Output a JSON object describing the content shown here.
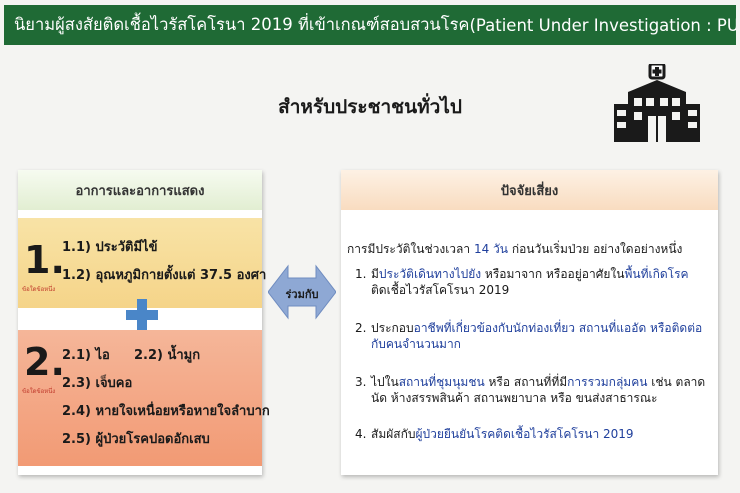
{
  "header": {
    "title_thai": "นิยามผู้สงสัยติดเชื้อไวรัสโคโรนา 2019 ที่เข้าเกณฑ์สอบสวนโรค",
    "title_en": "(Patient Under Investigation : PUI)"
  },
  "subtitle": "สำหรับประชาชนทั่วไป",
  "icons": {
    "hospital": "hospital-icon",
    "plus": "plus-icon",
    "arrow": "double-arrow-icon"
  },
  "colors": {
    "header_bg": "#1f6a35",
    "box1": "#f5d489",
    "box2": "#f29a74",
    "plus": "#4a86c8",
    "arrow": "#8ea8d4",
    "highlight_blue": "#1f3f9c"
  },
  "left_panel": {
    "header": "อาการและอาการแสดง",
    "group1": {
      "number": "1.",
      "note": "ข้อใดข้อหนึ่ง",
      "item1": "1.1) ประวัติมีไข้",
      "item2_prefix": "1.2) อุณหภูมิกายตั้งแต่",
      "item2_value": "37.5",
      "item2_suffix": "องศา"
    },
    "group2": {
      "number": "2.",
      "note": "ข้อใดข้อหนึ่ง",
      "item1": "2.1) ไอ",
      "item2": "2.2) น้ำมูก",
      "item3": "2.3) เจ็บคอ",
      "item4": "2.4) หายใจเหนื่อยหรือหายใจลำบาก",
      "item5": "2.5) ผู้ป่วยโรคปอดอักเสบ"
    }
  },
  "connector": {
    "label": "ร่วมกับ"
  },
  "right_panel": {
    "header": "ปัจจัยเสี่ยง",
    "intro_a": "การมีประวัติในช่วงเวลา",
    "intro_b": "14 วัน",
    "intro_c": "ก่อนวันเริ่มป่วย อย่างใดอย่างหนึ่ง",
    "items": [
      {
        "num": "1.",
        "l1a": "มี",
        "l1b": "ประวัติเดินทางไปยัง",
        "l1c": " หรือมาจาก หรืออยู่อาศัยใน",
        "l1d": "พื้นที่เกิดโรค",
        "l2": "ติดเชื้อไวรัสโคโรนา 2019"
      },
      {
        "num": "2.",
        "l1a": "ประกอบ",
        "l1b": "อาชีพที่เกี่ยวข้องกับนักท่องเที่ยว สถานที่แออัด หรือติดต่อ",
        "l2": "กับคนจำนวนมาก"
      },
      {
        "num": "3.",
        "l1a": "ไปใน",
        "l1b": "สถานที่ชุมนุมชน",
        "l1c": " หรือ สถานที่ที่มี",
        "l1d": "การรวมกลุ่มคน",
        "l1e": " เช่น ตลาด",
        "l2": "นัด ห้างสรรพสินค้า สถานพยาบาล หรือ ขนส่งสาธารณะ"
      },
      {
        "num": "4.",
        "l1a": "สัมผัสกับ",
        "l1b": "ผู้ป่วยยืนยันโรคติดเชื้อไวรัสโคโรนา 2019"
      }
    ]
  }
}
